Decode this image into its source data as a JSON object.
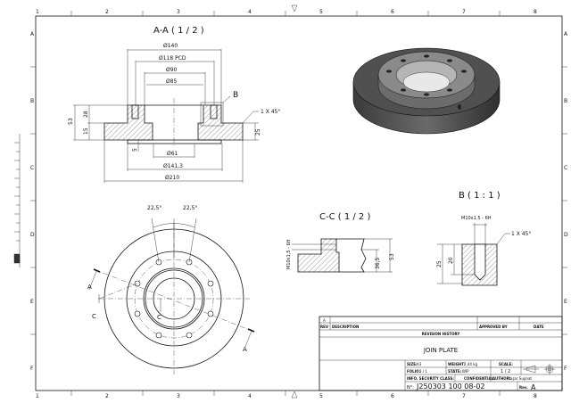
{
  "frame": {
    "columns": [
      "1",
      "2",
      "3",
      "4",
      "5",
      "6",
      "7",
      "8"
    ],
    "rows": [
      "A",
      "B",
      "C",
      "D",
      "E",
      "F"
    ]
  },
  "section_aa": {
    "title": "A-A ( 1 / 2 )",
    "dims": {
      "d140": "Ø140",
      "d118": "Ø118 PCD",
      "d90": "Ø90",
      "d85": "Ø85",
      "d61": "Ø61",
      "d141": "Ø141,3",
      "d210": "Ø210",
      "h53": "53",
      "h28": "28",
      "h15": "15",
      "h25": "25",
      "h5": "5",
      "chamfer": "1 X 45°",
      "detail": "B"
    }
  },
  "front_view": {
    "angle1": "22,5°",
    "angle2": "22,5°",
    "cut_a1": "A",
    "cut_a2": "A",
    "cut_c1": "C",
    "cut_c2": "C"
  },
  "section_cc": {
    "title": "C-C ( 1 / 2 )",
    "thread": "M10x1,5 - 6H",
    "h365": "36,5",
    "h53": "53"
  },
  "detail_b": {
    "title": "B ( 1 : 1 )",
    "thread": "M10x1.5 - 6H",
    "chamfer": "1 X 45°",
    "h25": "25",
    "h20": "20"
  },
  "title_block": {
    "rev_row": "A",
    "rev": "REV",
    "description": "DESCRIPTION",
    "approved_by": "APPROVED BY",
    "date": "DATE",
    "revision_history": "REVISION HISTORY",
    "title": "JOIN PLATE",
    "size_label": "SIZE:",
    "size": "A3",
    "weight_label": "WEIGHT:",
    "weight": "7,44 kg",
    "scale_label": "SCALE:",
    "scale": "1 / 2",
    "folio_label": "FOLIO:",
    "folio": "1 / 1",
    "state_label": "STATE:",
    "state": "WIP",
    "security_label": "INFO. SECURITY CLASS:",
    "security": "CONFIDENTIAL",
    "author_label": "AUTHOR:",
    "author": "Yaşar Supnat",
    "number_label": "N°:",
    "number": "J250303 100 08-02",
    "revision_label": "Rev.",
    "revision": "A"
  }
}
